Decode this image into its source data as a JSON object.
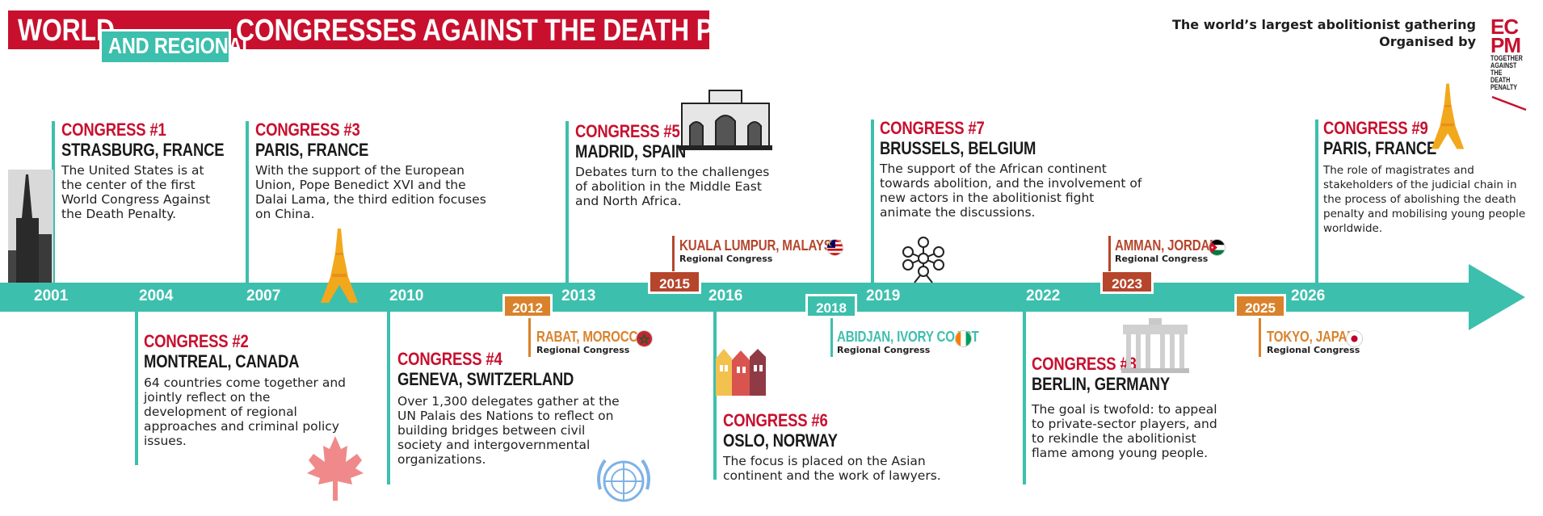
{
  "header": {
    "title_world": "WORLD",
    "title_regional": "AND REGIONAL",
    "title_rest": "CONGRESSES AGAINST THE DEATH PENALTY",
    "tagline_line1": "The world’s largest abolitionist gathering",
    "tagline_line2": "Organised by",
    "logo_line1": "EC",
    "logo_line2": "PM",
    "logo_line3": "TOGETHER",
    "logo_line4": "AGAINST",
    "logo_line5": "THE DEATH",
    "logo_line6": "PENALTY"
  },
  "colors": {
    "red": "#c8102e",
    "teal": "#3dbfad",
    "orange": "#d9822b",
    "rust": "#b5452b"
  },
  "years": [
    "2001",
    "2004",
    "2007",
    "2010",
    "2013",
    "2016",
    "2019",
    "2022",
    "2026"
  ],
  "congresses": [
    {
      "title": "CONGRESS #1",
      "city": "STRASBURG, FRANCE",
      "desc": "The United States is at the center of the first World Congress Against the Death Penalty."
    },
    {
      "title": "CONGRESS #2",
      "city": "MONTREAL, CANADA",
      "desc": "64 countries come together and jointly reflect on the development of regional approaches and criminal policy issues."
    },
    {
      "title": "CONGRESS #3",
      "city": "PARIS, FRANCE",
      "desc": "With the support of the European Union, Pope Benedict XVI and the Dalai Lama, the third edition focuses on China."
    },
    {
      "title": "CONGRESS #4",
      "city": "GENEVA, SWITZERLAND",
      "desc": "Over 1,300 delegates gather at the UN Palais des Nations to reflect on building bridges between civil society and intergovernmental organizations."
    },
    {
      "title": "CONGRESS #5",
      "city": "MADRID, SPAIN",
      "desc": "Debates turn to the challenges of abolition in the Middle East and North Africa."
    },
    {
      "title": "CONGRESS #6",
      "city": "OSLO, NORWAY",
      "desc": "The focus is placed on the Asian continent and the work of lawyers."
    },
    {
      "title": "CONGRESS #7",
      "city": "BRUSSELS, BELGIUM",
      "desc": "The support of the African continent towards abolition, and the involvement of new actors in the abolitionist fight animate the discussions."
    },
    {
      "title": "CONGRESS #8",
      "city": "BERLIN, GERMANY",
      "desc": "The goal is twofold: to appeal to private-sector players, and to rekindle the abolitionist flame among young people."
    },
    {
      "title": "CONGRESS #9",
      "city": "PARIS, FRANCE",
      "desc": "The role of magistrates and stakeholders of the judicial chain in the process of abolishing the death penalty and mobilising young people worldwide."
    }
  ],
  "regional": [
    {
      "year": "2012",
      "city": "RABAT, MOROCCO",
      "label": "Regional Congress"
    },
    {
      "year": "2015",
      "city": "KUALA LUMPUR, MALAYSIA",
      "label": "Regional Congress"
    },
    {
      "year": "2018",
      "city": "ABIDJAN, IVORY COAST",
      "label": "Regional Congress"
    },
    {
      "year": "2023",
      "city": "AMMAN, JORDAN",
      "label": "Regional Congress"
    },
    {
      "year": "2025",
      "city": "TOKYO, JAPAN",
      "label": "Regional Congress"
    }
  ],
  "icons": [
    "cathedral-icon",
    "eiffel-tower-icon",
    "maple-leaf-icon",
    "un-emblem-icon",
    "alcala-gate-icon",
    "oslo-houses-icon",
    "atomium-icon",
    "brandenburg-gate-icon",
    "morocco-flag-icon",
    "malaysia-flag-icon",
    "ivory-coast-flag-icon",
    "jordan-flag-icon",
    "japan-flag-icon"
  ]
}
